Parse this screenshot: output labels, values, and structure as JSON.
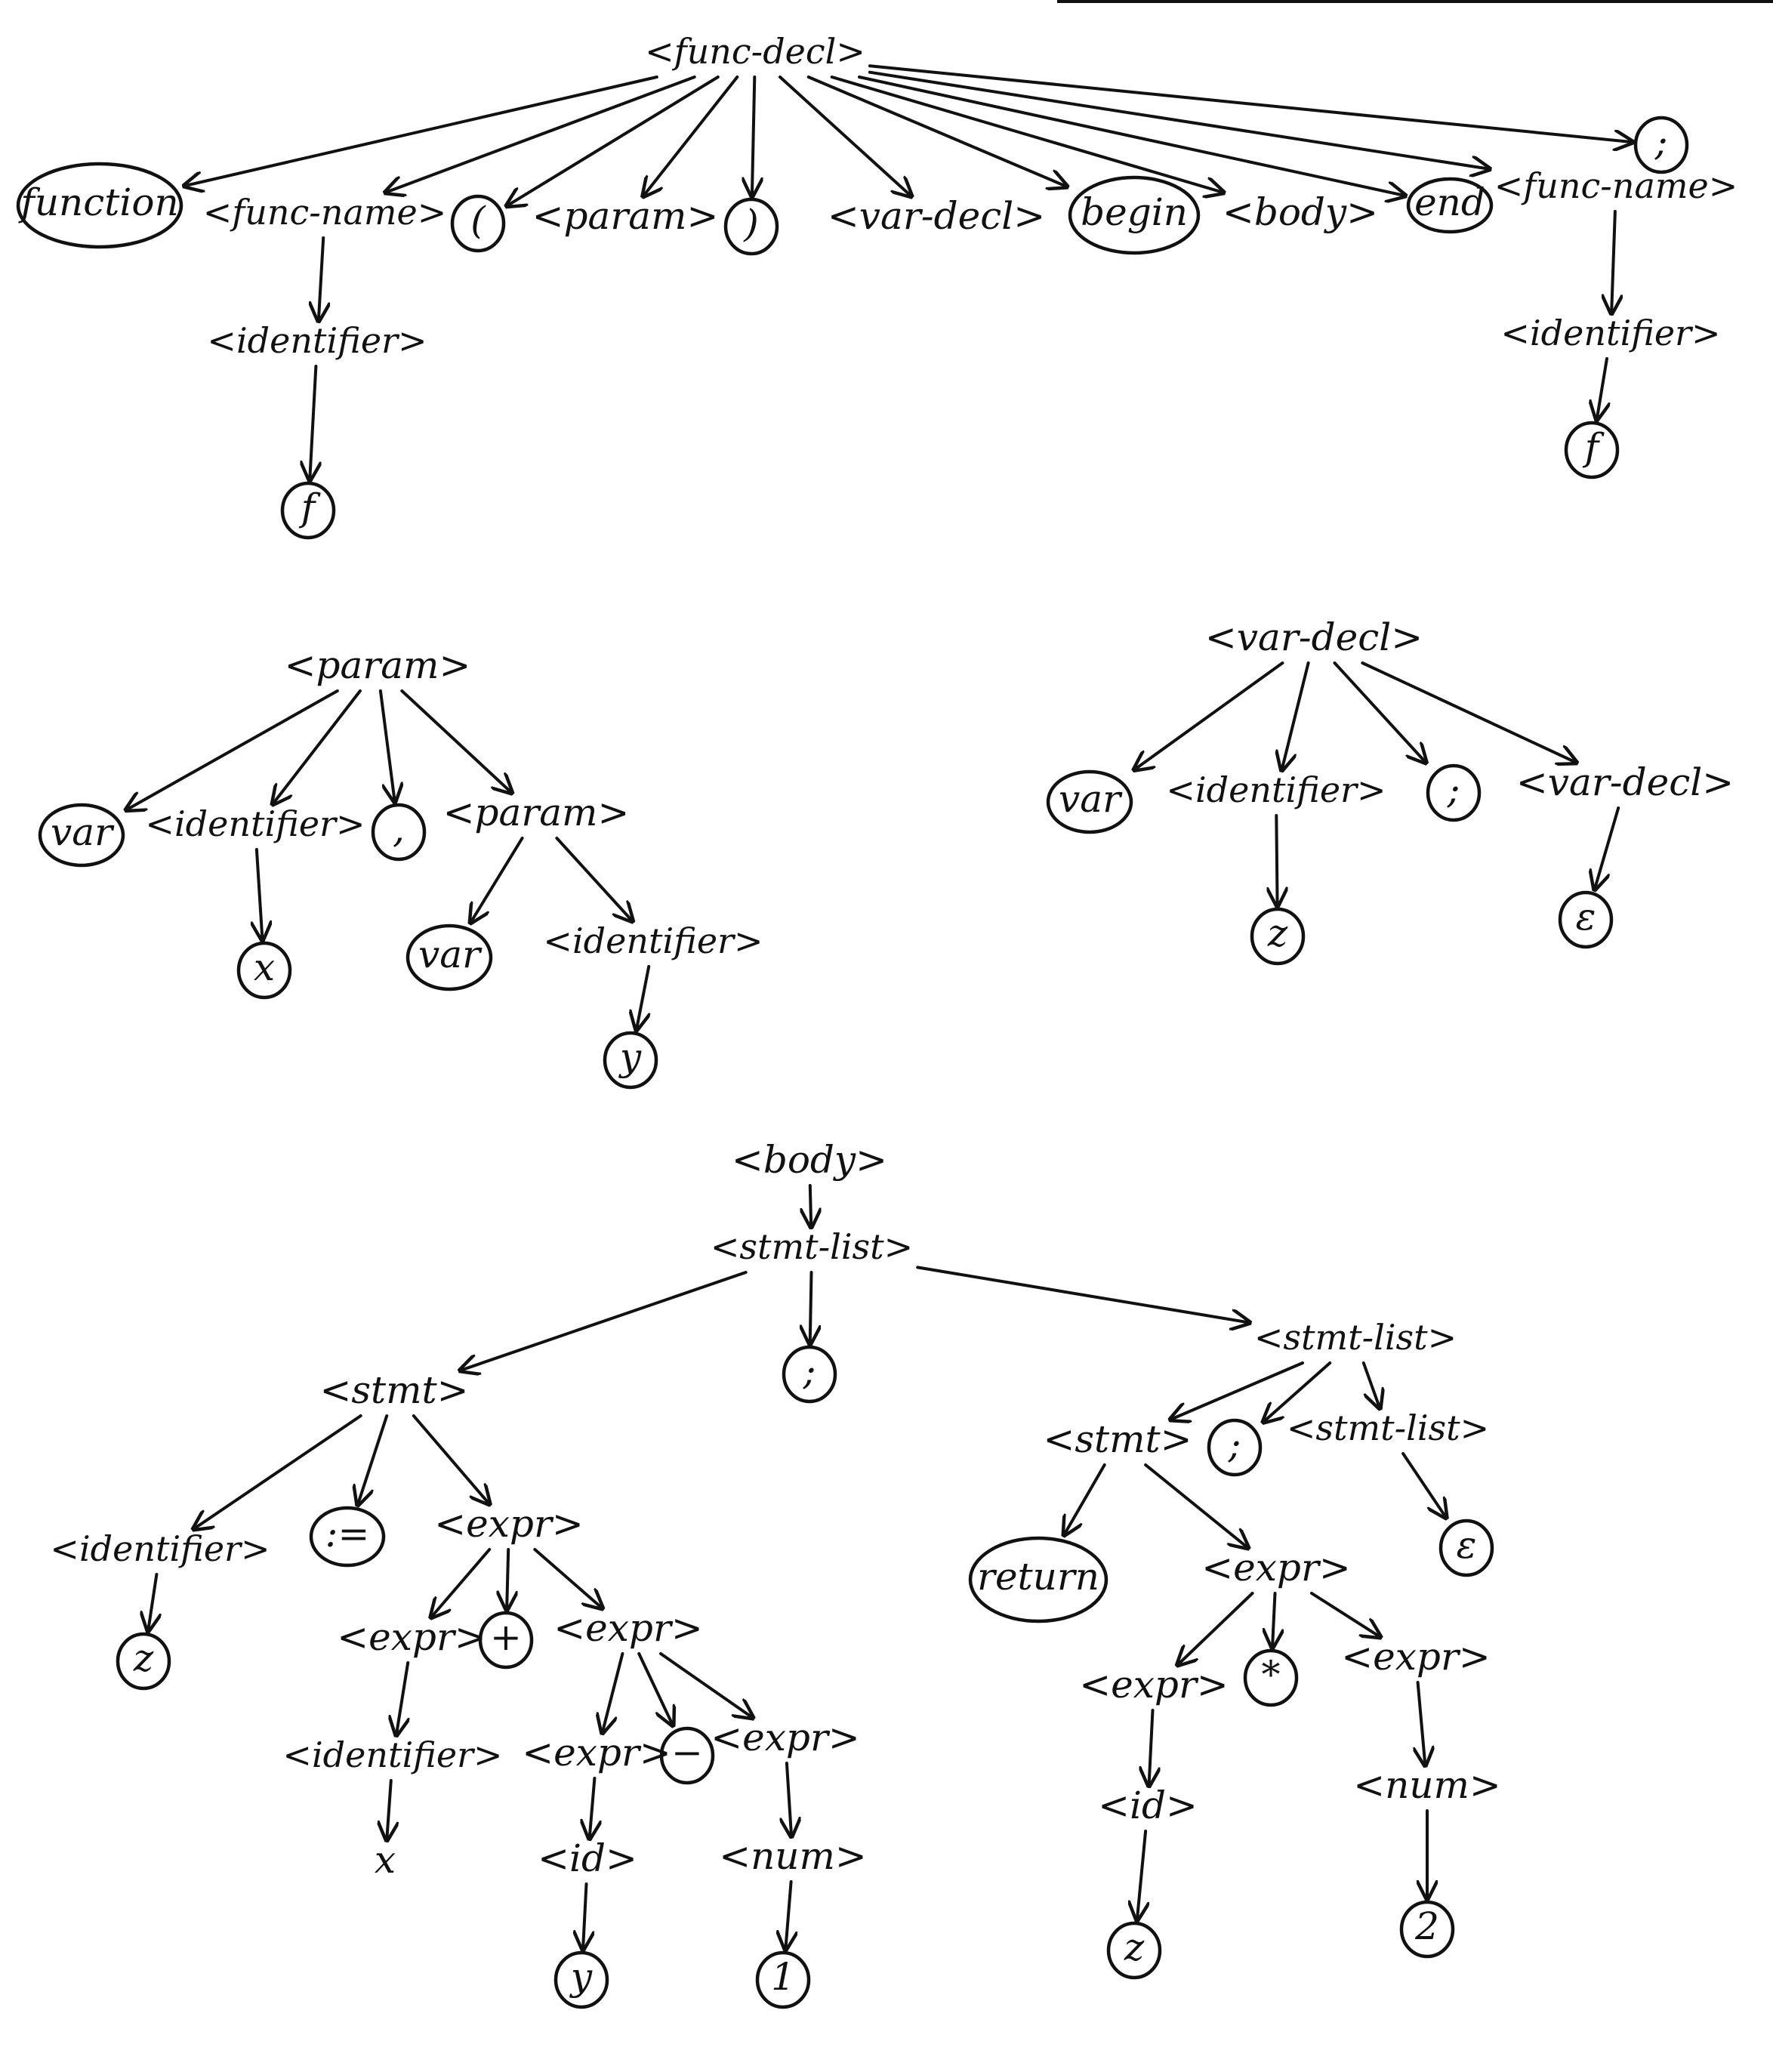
{
  "nodes": {
    "fd_root": "<func-decl>",
    "fd_function": "function",
    "fd_fname1": "<func-name>",
    "fd_lparen": "(",
    "fd_param": "<param>",
    "fd_rparen": ")",
    "fd_vardecl": "<var-decl>",
    "fd_begin": "begin",
    "fd_body": "<body>",
    "fd_end": "end",
    "fd_fname2": "<func-name>",
    "fd_semi": ";",
    "fd_id1": "<identifier>",
    "fd_f1": "f",
    "fd_id2": "<identifier>",
    "fd_f2": "f",
    "pm_root": "<param>",
    "pm_var1": "var",
    "pm_id1": "<identifier>",
    "pm_comma": ",",
    "pm_param2": "<param>",
    "pm_x": "x",
    "pm_var2": "var",
    "pm_id2": "<identifier>",
    "pm_y": "y",
    "vd_root": "<var-decl>",
    "vd_var": "var",
    "vd_id": "<identifier>",
    "vd_semi": ";",
    "vd_vardecl": "<var-decl>",
    "vd_z": "z",
    "vd_eps": "ε",
    "bd_root": "<body>",
    "bd_sl1": "<stmt-list>",
    "bd_stmt1": "<stmt>",
    "bd_semi1": ";",
    "bd_sl2": "<stmt-list>",
    "bd_id_a": "<identifier>",
    "bd_assign": ":=",
    "bd_expr_a": "<expr>",
    "bd_z_a": "z",
    "bd_expr_b": "<expr>",
    "bd_plus": "+",
    "bd_expr_c": "<expr>",
    "bd_id_b": "<identifier>",
    "bd_x_b": "x",
    "bd_expr_d": "<expr>",
    "bd_minus": "−",
    "bd_expr_e": "<expr>",
    "bd_id_d": "<id>",
    "bd_y_d": "y",
    "bd_num_e": "<num>",
    "bd_one": "1",
    "bd_stmt2": "<stmt>",
    "bd_semi2": ";",
    "bd_sl3": "<stmt-list>",
    "bd_eps": "ε",
    "bd_return": "return",
    "bd_expr_r": "<expr>",
    "bd_expr_r1": "<expr>",
    "bd_times": "*",
    "bd_expr_r2": "<expr>",
    "bd_id_r": "<id>",
    "bd_z_r": "z",
    "bd_num_r": "<num>",
    "bd_two": "2"
  },
  "terminal_nodes": [
    "fd_function",
    "fd_lparen",
    "fd_rparen",
    "fd_begin",
    "fd_end",
    "fd_semi",
    "fd_f1",
    "fd_f2",
    "pm_var1",
    "pm_comma",
    "pm_x",
    "pm_var2",
    "pm_y",
    "vd_var",
    "vd_semi",
    "vd_z",
    "vd_eps",
    "bd_semi1",
    "bd_assign",
    "bd_z_a",
    "bd_plus",
    "bd_minus",
    "bd_y_d",
    "bd_one",
    "bd_semi2",
    "bd_eps",
    "bd_return",
    "bd_times",
    "bd_z_r",
    "bd_two"
  ],
  "edges": [
    [
      "fd_root",
      "fd_function"
    ],
    [
      "fd_root",
      "fd_fname1"
    ],
    [
      "fd_root",
      "fd_lparen"
    ],
    [
      "fd_root",
      "fd_param"
    ],
    [
      "fd_root",
      "fd_rparen"
    ],
    [
      "fd_root",
      "fd_vardecl"
    ],
    [
      "fd_root",
      "fd_begin"
    ],
    [
      "fd_root",
      "fd_body"
    ],
    [
      "fd_root",
      "fd_end"
    ],
    [
      "fd_root",
      "fd_fname2"
    ],
    [
      "fd_root",
      "fd_semi"
    ],
    [
      "fd_fname1",
      "fd_id1"
    ],
    [
      "fd_id1",
      "fd_f1"
    ],
    [
      "fd_fname2",
      "fd_id2"
    ],
    [
      "fd_id2",
      "fd_f2"
    ],
    [
      "pm_root",
      "pm_var1"
    ],
    [
      "pm_root",
      "pm_id1"
    ],
    [
      "pm_root",
      "pm_comma"
    ],
    [
      "pm_root",
      "pm_param2"
    ],
    [
      "pm_id1",
      "pm_x"
    ],
    [
      "pm_param2",
      "pm_var2"
    ],
    [
      "pm_param2",
      "pm_id2"
    ],
    [
      "pm_id2",
      "pm_y"
    ],
    [
      "vd_root",
      "vd_var"
    ],
    [
      "vd_root",
      "vd_id"
    ],
    [
      "vd_root",
      "vd_semi"
    ],
    [
      "vd_root",
      "vd_vardecl"
    ],
    [
      "vd_id",
      "vd_z"
    ],
    [
      "vd_vardecl",
      "vd_eps"
    ],
    [
      "bd_root",
      "bd_sl1"
    ],
    [
      "bd_sl1",
      "bd_stmt1"
    ],
    [
      "bd_sl1",
      "bd_semi1"
    ],
    [
      "bd_sl1",
      "bd_sl2"
    ],
    [
      "bd_stmt1",
      "bd_id_a"
    ],
    [
      "bd_stmt1",
      "bd_assign"
    ],
    [
      "bd_stmt1",
      "bd_expr_a"
    ],
    [
      "bd_id_a",
      "bd_z_a"
    ],
    [
      "bd_expr_a",
      "bd_expr_b"
    ],
    [
      "bd_expr_a",
      "bd_plus"
    ],
    [
      "bd_expr_a",
      "bd_expr_c"
    ],
    [
      "bd_expr_b",
      "bd_id_b"
    ],
    [
      "bd_id_b",
      "bd_x_b"
    ],
    [
      "bd_expr_c",
      "bd_expr_d"
    ],
    [
      "bd_expr_c",
      "bd_minus"
    ],
    [
      "bd_expr_c",
      "bd_expr_e"
    ],
    [
      "bd_expr_d",
      "bd_id_d"
    ],
    [
      "bd_id_d",
      "bd_y_d"
    ],
    [
      "bd_expr_e",
      "bd_num_e"
    ],
    [
      "bd_num_e",
      "bd_one"
    ],
    [
      "bd_sl2",
      "bd_stmt2"
    ],
    [
      "bd_sl2",
      "bd_semi2"
    ],
    [
      "bd_sl2",
      "bd_sl3"
    ],
    [
      "bd_sl3",
      "bd_eps"
    ],
    [
      "bd_stmt2",
      "bd_return"
    ],
    [
      "bd_stmt2",
      "bd_expr_r"
    ],
    [
      "bd_expr_r",
      "bd_expr_r1"
    ],
    [
      "bd_expr_r",
      "bd_times"
    ],
    [
      "bd_expr_r",
      "bd_expr_r2"
    ],
    [
      "bd_expr_r1",
      "bd_id_r"
    ],
    [
      "bd_id_r",
      "bd_z_r"
    ],
    [
      "bd_expr_r2",
      "bd_num_r"
    ],
    [
      "bd_num_r",
      "bd_two"
    ]
  ]
}
